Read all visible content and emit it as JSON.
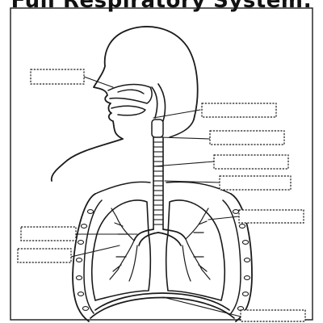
{
  "worksheet": {
    "title": "Full Respiratory System:"
  },
  "colors": {
    "ink": "#1a1a1a",
    "paper": "#ffffff"
  },
  "label_boxes": [
    {
      "name": "label-box-1",
      "value": ""
    },
    {
      "name": "label-box-2",
      "value": ""
    },
    {
      "name": "label-box-3",
      "value": ""
    },
    {
      "name": "label-box-4",
      "value": ""
    },
    {
      "name": "label-box-5",
      "value": ""
    },
    {
      "name": "label-box-6",
      "value": ""
    },
    {
      "name": "label-box-7",
      "value": ""
    },
    {
      "name": "label-box-8",
      "value": ""
    },
    {
      "name": "label-box-9",
      "value": ""
    },
    {
      "name": "label-box-10",
      "value": ""
    }
  ]
}
